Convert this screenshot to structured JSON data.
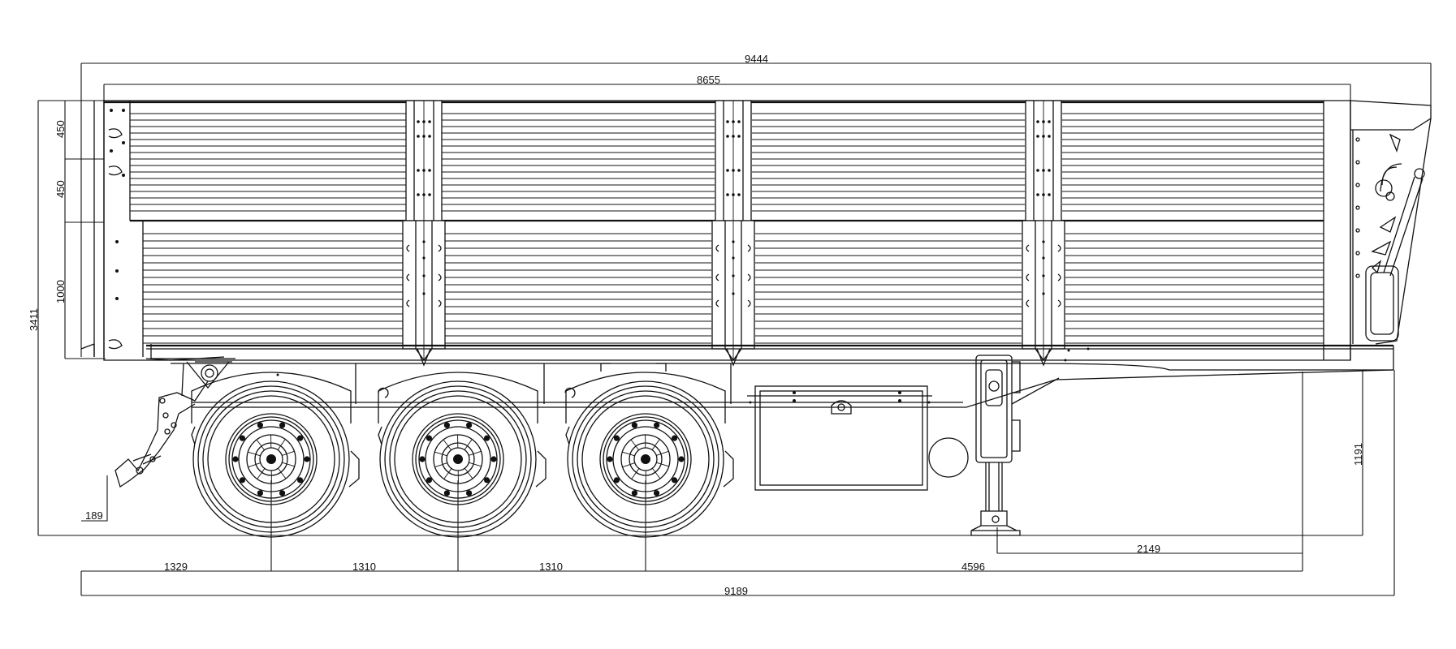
{
  "drawing": {
    "subject": "tipper semi-trailer side view",
    "colors": {
      "line": "#111111",
      "background": "#ffffff"
    }
  },
  "dimensions": {
    "overall_length": "9444",
    "body_length": "8655",
    "overall_height": "3411",
    "side_upper_1": "450",
    "side_upper_2": "450",
    "side_lower": "1000",
    "front_overhang_height": "189",
    "coupling_height": "1191",
    "support_leg_to_kingpin": "2149",
    "rear_to_axle1": "1329",
    "axle1_to_axle2": "1310",
    "axle2_to_axle3": "1310",
    "axle3_to_kingpin": "4596",
    "chassis_length": "9189"
  }
}
